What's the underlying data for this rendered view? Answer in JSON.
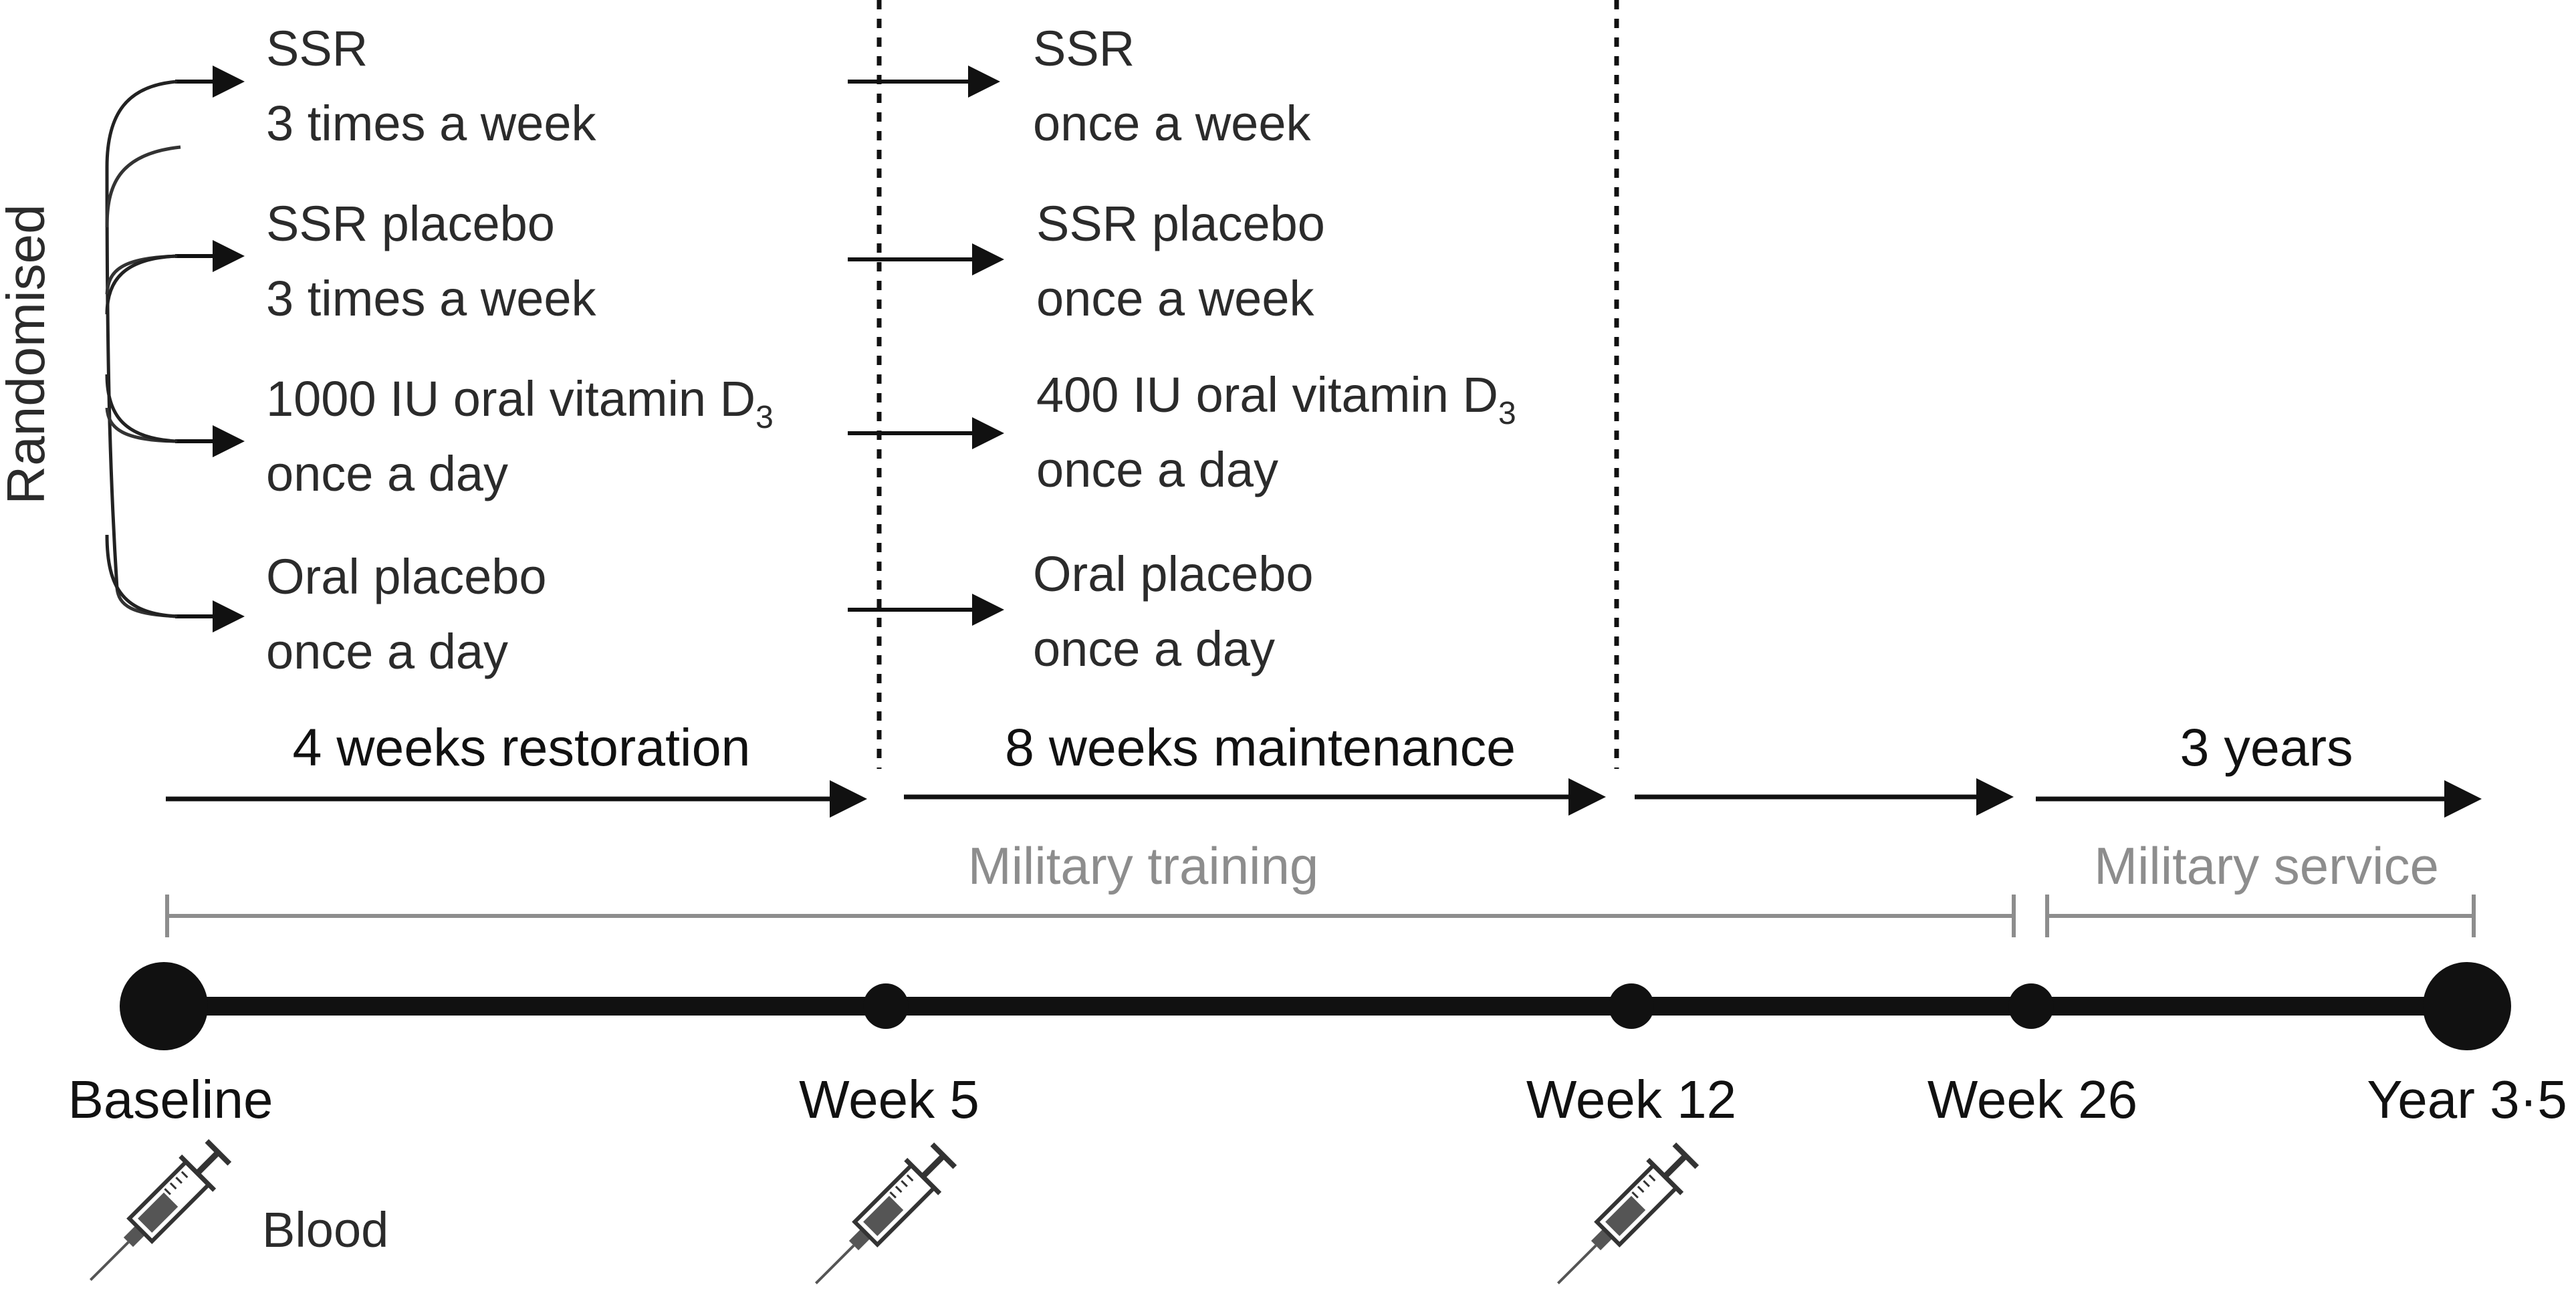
{
  "side_label": "Randomised",
  "arms_initial": [
    {
      "line1": "SSR",
      "line2": "3 times a week"
    },
    {
      "line1": "SSR placebo",
      "line2": "3 times a week"
    },
    {
      "line1": "1000 IU oral vitamin D",
      "line1_sub": "3",
      "line2": "once a day"
    },
    {
      "line1": "Oral placebo",
      "line2": "once a day"
    }
  ],
  "arms_maintenance": [
    {
      "line1": "SSR",
      "line2": "once a week"
    },
    {
      "line1": "SSR placebo",
      "line2": "once a week"
    },
    {
      "line1": "400 IU oral vitamin D",
      "line1_sub": "3",
      "line2": "once a day"
    },
    {
      "line1": "Oral placebo",
      "line2": "once a day"
    }
  ],
  "phases": {
    "restoration": "4 weeks restoration",
    "maintenance": "8 weeks maintenance",
    "service_duration": "3 years"
  },
  "periods": {
    "training": "Military training",
    "service": "Military service"
  },
  "timepoints": [
    "Baseline",
    "Week 5",
    "Week 12",
    "Week 26",
    "Year 3·5"
  ],
  "blood_label": "Blood",
  "colors": {
    "text": "#2b2b2b",
    "line": "#111111",
    "grey": "#8d8d8d"
  },
  "icons": [
    "syringe-icon",
    "syringe-icon",
    "syringe-icon"
  ]
}
